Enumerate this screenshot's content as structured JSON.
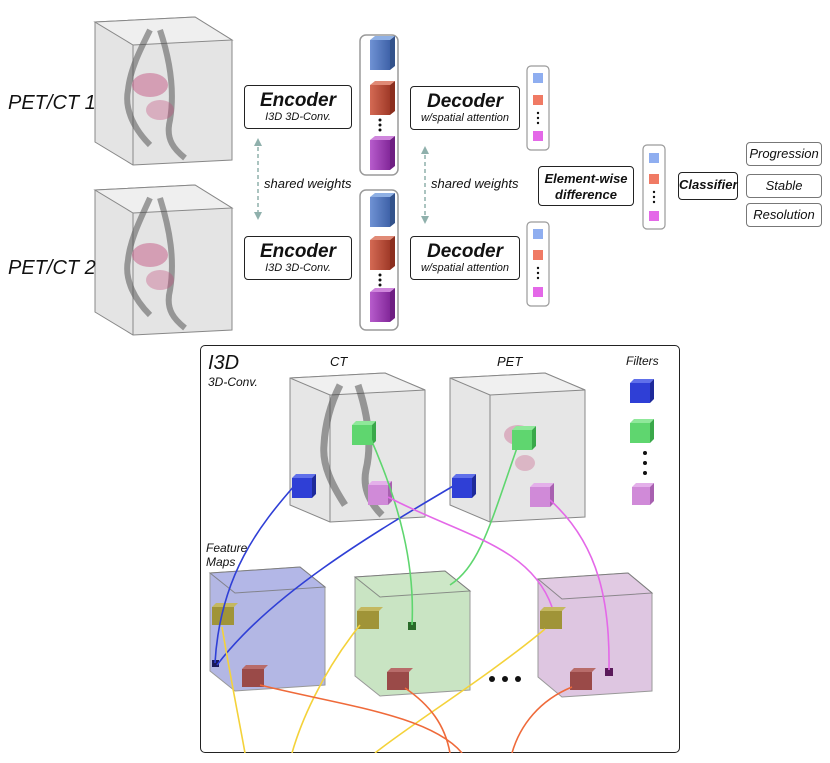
{
  "inputs": {
    "scan1_label": "PET/CT 1",
    "scan2_label": "PET/CT 2"
  },
  "encoder": {
    "title": "Encoder",
    "subtitle": "I3D 3D-Conv."
  },
  "decoder": {
    "title": "Decoder",
    "subtitle": "w/spatial attention"
  },
  "shared_weights_label": "shared weights",
  "diff": {
    "line1": "Element-wise",
    "line2": "difference"
  },
  "classifier_label": "Classifier",
  "outputs": [
    "Progression",
    "Stable",
    "Resolution"
  ],
  "detail": {
    "title": "I3D",
    "subtitle": "3D-Conv.",
    "ct_label": "CT",
    "pet_label": "PET",
    "filters_label": "Filters",
    "feature_maps_line1": "Feature",
    "feature_maps_line2": "Maps"
  },
  "colors": {
    "blue": "#5a7fc0",
    "red": "#c0533f",
    "purple": "#a346b8",
    "light_blue": "#8faef0",
    "salmon": "#f07a64",
    "magenta": "#e468e8",
    "filter_blue": "#2f3fd6",
    "filter_green": "#5fd66f",
    "filter_pink": "#d08ad8",
    "fmap_blue": "#9aa0dc",
    "fmap_green": "#b8dcb0",
    "fmap_purple": "#d4b4d8",
    "olive": "#a09438",
    "maroon": "#9a4a48",
    "yellow_line": "#f4d23a",
    "orange_line": "#ef6a3a"
  }
}
